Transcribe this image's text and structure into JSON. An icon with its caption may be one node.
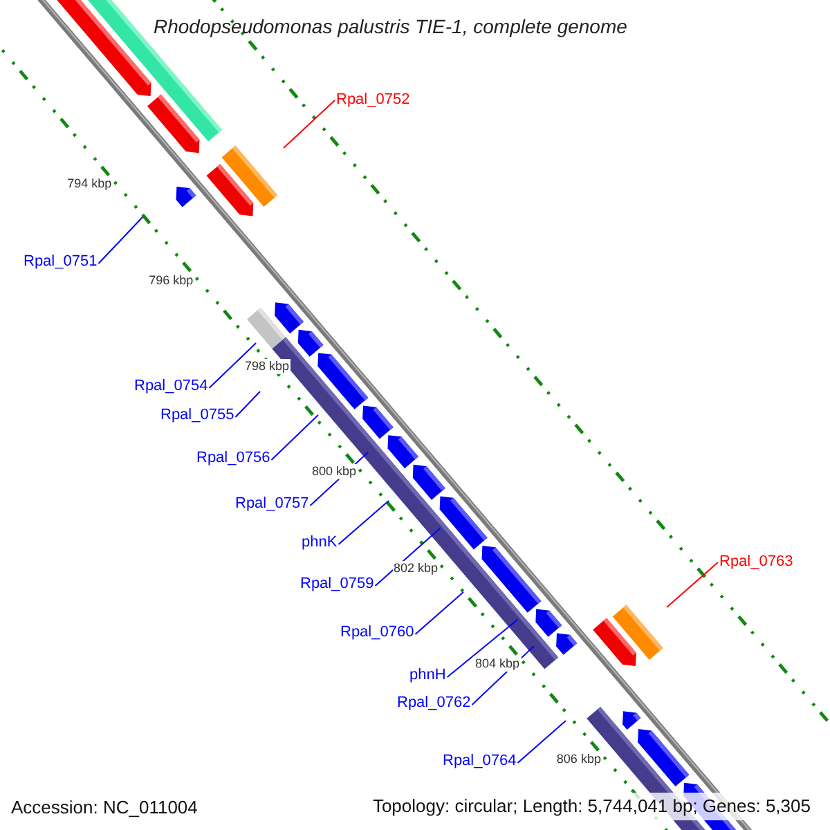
{
  "diagram": {
    "title": "Rhodopseudomonas palustris TIE-1, complete genome",
    "nodes": [
      {
        "text": [
          "Rpal_0752"
        ]
      },
      {
        "text": [
          "Rpal_0751"
        ]
      },
      {
        "text": [
          "Rpal_0754"
        ]
      },
      {
        "text": [
          "Rpal_0755"
        ]
      },
      {
        "text": [
          "Rpal_0756"
        ]
      },
      {
        "text": [
          "Rpal_0757"
        ]
      },
      {
        "text": [
          "phnK"
        ]
      },
      {
        "text": [
          "Rpal_0763"
        ]
      },
      {
        "text": [
          "Rpal_0759"
        ]
      },
      {
        "text": [
          "Rpal_0760"
        ]
      },
      {
        "text": [
          "phnH"
        ]
      },
      {
        "text": [
          "Rpal_0762"
        ]
      },
      {
        "text": [
          "Rpal_0764"
        ]
      }
    ],
    "edges": [
      {
        "from": 0,
        "to": null,
        "arrow": "none",
        "color": "#ff0000"
      },
      {
        "from": 1,
        "to": null,
        "arrow": "none"
      },
      {
        "from": 2,
        "to": null,
        "arrow": "none"
      },
      {
        "from": 3,
        "to": null,
        "arrow": "none"
      },
      {
        "from": 4,
        "to": null,
        "arrow": "none"
      },
      {
        "from": 5,
        "to": null,
        "arrow": "none"
      },
      {
        "from": 6,
        "to": null,
        "arrow": "none"
      },
      {
        "from": 7,
        "to": null,
        "arrow": "none",
        "color": "#ff0000"
      },
      {
        "from": 8,
        "to": null,
        "arrow": "none"
      },
      {
        "from": 9,
        "to": null,
        "arrow": "none"
      },
      {
        "from": 10,
        "to": null,
        "arrow": "none"
      },
      {
        "from": 11,
        "to": null,
        "arrow": "none"
      },
      {
        "from": 12,
        "to": null,
        "arrow": "none"
      }
    ],
    "labels": [
      "794 kbp",
      "796 kbp",
      "798 kbp",
      "800 kbp",
      "802 kbp",
      "804 kbp",
      "806 kbp",
      "Accession: NC_011004",
      "Topology: circular; Length: 5,744,041 bp; Genes: 5,305"
    ]
  }
}
